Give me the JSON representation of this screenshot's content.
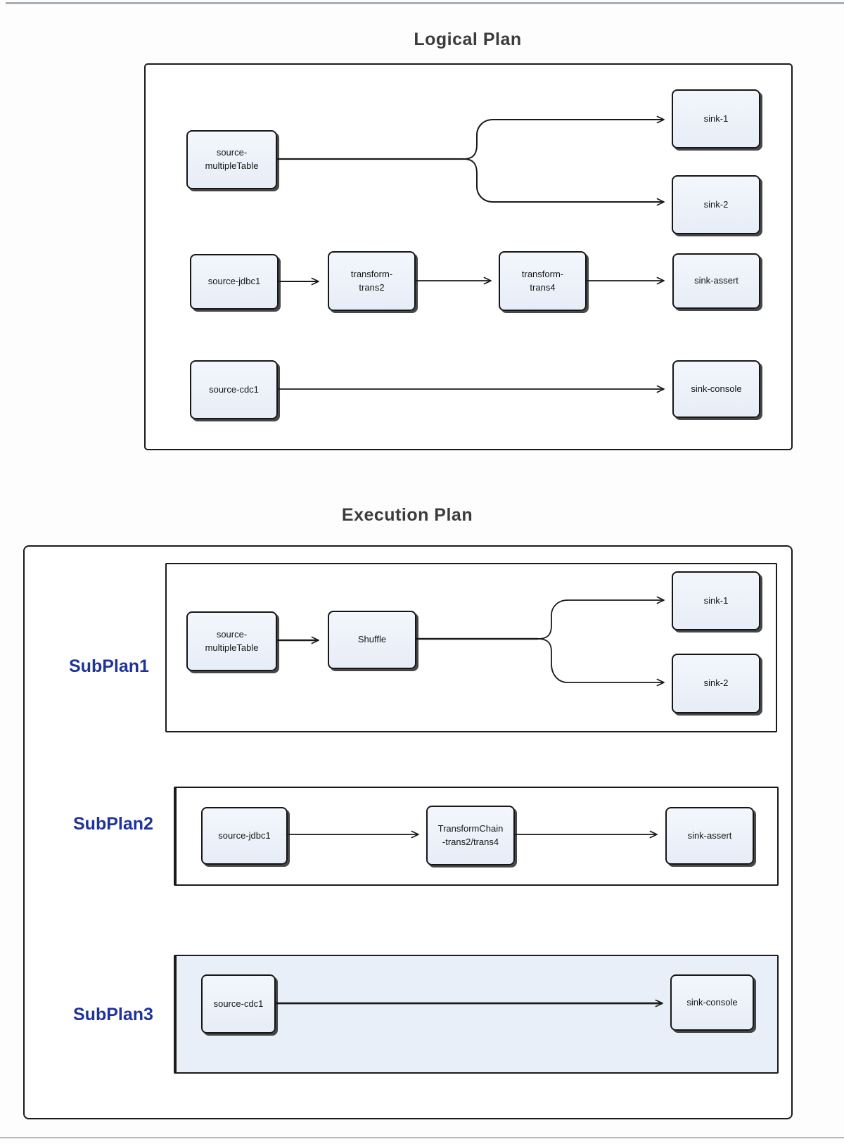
{
  "logical_plan": {
    "title": "Logical Plan",
    "nodes": {
      "source_multi": {
        "line1": "source-",
        "line2": "multipleTable"
      },
      "sink1": {
        "line1": "sink-1"
      },
      "sink2": {
        "line1": "sink-2"
      },
      "source_jdbc1": {
        "line1": "source-jdbc1"
      },
      "trans2": {
        "line1": "transform-",
        "line2": "trans2"
      },
      "trans4": {
        "line1": "transform-",
        "line2": "trans4"
      },
      "sink_assert": {
        "line1": "sink-assert"
      },
      "source_cdc1": {
        "line1": "source-cdc1"
      },
      "sink_console": {
        "line1": "sink-console"
      }
    }
  },
  "execution_plan": {
    "title": "Execution Plan",
    "subplan1": {
      "label": "SubPlan1",
      "nodes": {
        "source_multi": {
          "line1": "source-",
          "line2": "multipleTable"
        },
        "shuffle": {
          "line1": "Shuffle"
        },
        "sink1": {
          "line1": "sink-1"
        },
        "sink2": {
          "line1": "sink-2"
        }
      }
    },
    "subplan2": {
      "label": "SubPlan2",
      "nodes": {
        "source_jdbc1": {
          "line1": "source-jdbc1"
        },
        "transform_chain": {
          "line1": "TransformChain",
          "line2": "-trans2/trans4"
        },
        "sink_assert": {
          "line1": "sink-assert"
        }
      }
    },
    "subplan3": {
      "label": "SubPlan3",
      "nodes": {
        "source_cdc1": {
          "line1": "source-cdc1"
        },
        "sink_console": {
          "line1": "sink-console"
        }
      }
    }
  },
  "colors": {
    "node_fill_top": "#f3f7fc",
    "node_fill_bottom": "#e7edf7",
    "node_border": "#161616",
    "subplan_label": "#1f3499",
    "title_text": "#3b3b3b",
    "subplan3_fill": "#e9eff8",
    "edge": "#1a1a1a"
  }
}
